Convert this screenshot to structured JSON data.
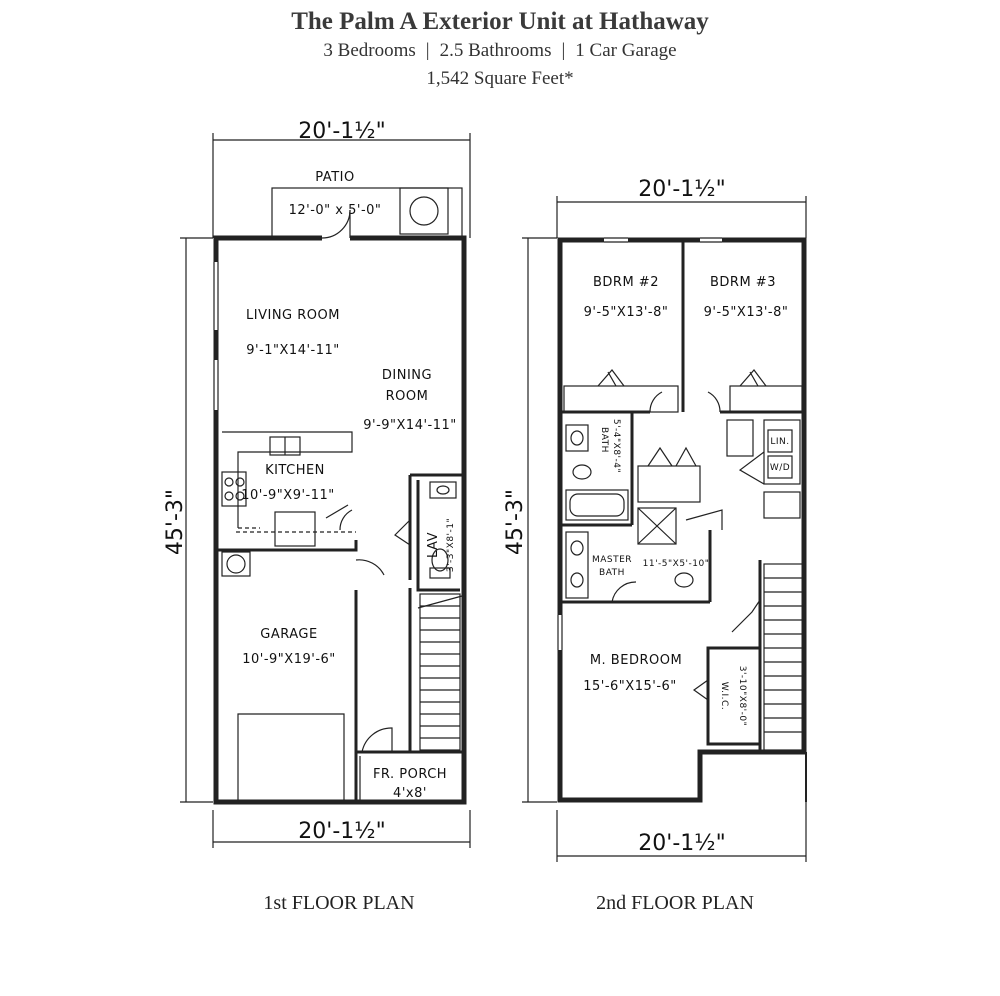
{
  "header": {
    "title": "The Palm A Exterior Unit at Hathaway",
    "bedrooms": "3 Bedrooms",
    "bathrooms": "2.5 Bathrooms",
    "garage": "1 Car Garage",
    "separator": "|",
    "square_feet": "1,542 Square Feet*"
  },
  "floor1": {
    "caption": "1st FLOOR PLAN",
    "dim_top": "20'-1½\"",
    "dim_bottom": "20'-1½\"",
    "dim_side": "45'-3\"",
    "rooms": {
      "patio": "PATIO",
      "patio_size": "12'-0\" x 5'-0\"",
      "living": "LIVING ROOM",
      "living_size": "9'-1\"X14'-11\"",
      "dining1": "DINING",
      "dining2": "ROOM",
      "dining_size": "9'-9\"X14'-11\"",
      "kitchen": "KITCHEN",
      "kitchen_size": "10'-9\"X9'-11\"",
      "lav": "LAV",
      "lav_size": "3'-3\"X8'-1\"",
      "garage": "GARAGE",
      "garage_size": "10'-9\"X19'-6\"",
      "porch": "FR. PORCH",
      "porch_size": "4'x8'"
    }
  },
  "floor2": {
    "caption": "2nd FLOOR PLAN",
    "dim_top": "20'-1½\"",
    "dim_bottom": "20'-1½\"",
    "dim_side": "45'-3\"",
    "rooms": {
      "bdrm2": "BDRM #2",
      "bdrm2_size": "9'-5\"X13'-8\"",
      "bdrm3": "BDRM #3",
      "bdrm3_size": "9'-5\"X13'-8\"",
      "bath": "BATH",
      "bath_size": "5'-4\"X8'-4\"",
      "master_bath1": "MASTER",
      "master_bath2": "BATH",
      "master_bath_size": "11'-5\"X5'-10\"",
      "master_bed": "M. BEDROOM",
      "master_bed_size": "15'-6\"X15'-6\"",
      "wic": "W.I.C.",
      "wic_size": "3'-10\"X8'-0\"",
      "linen1": "LIN.",
      "linen2": "W/D"
    }
  }
}
